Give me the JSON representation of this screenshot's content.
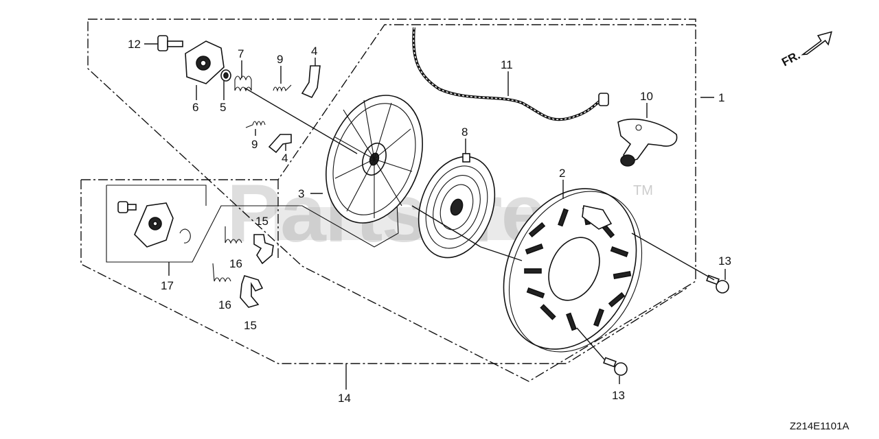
{
  "diagram": {
    "drawing_code": "Z214E1101A",
    "direction_label": "FR.",
    "watermark": "PartsTree",
    "watermark_tm": "TM",
    "callouts": [
      {
        "id": "c12",
        "label": "12"
      },
      {
        "id": "c7",
        "label": "7"
      },
      {
        "id": "c9a",
        "label": "9"
      },
      {
        "id": "c4a",
        "label": "4"
      },
      {
        "id": "c6",
        "label": "6"
      },
      {
        "id": "c5",
        "label": "5"
      },
      {
        "id": "c9b",
        "label": "9"
      },
      {
        "id": "c4b",
        "label": "4"
      },
      {
        "id": "c11",
        "label": "11"
      },
      {
        "id": "c1",
        "label": "1"
      },
      {
        "id": "c10",
        "label": "10"
      },
      {
        "id": "c8",
        "label": "8"
      },
      {
        "id": "c2",
        "label": "2"
      },
      {
        "id": "c3",
        "label": "3"
      },
      {
        "id": "c15a",
        "label": "15"
      },
      {
        "id": "c16a",
        "label": "16"
      },
      {
        "id": "c17",
        "label": "17"
      },
      {
        "id": "c16b",
        "label": "16"
      },
      {
        "id": "c15b",
        "label": "15"
      },
      {
        "id": "c13a",
        "label": "13"
      },
      {
        "id": "c13b",
        "label": "13"
      },
      {
        "id": "c14",
        "label": "14"
      }
    ]
  }
}
